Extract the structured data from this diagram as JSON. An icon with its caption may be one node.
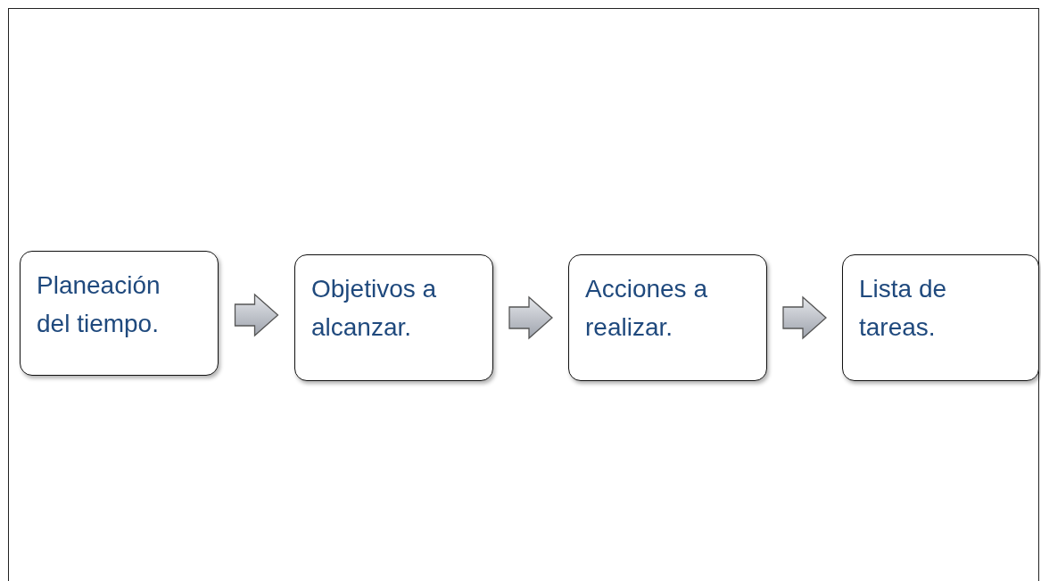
{
  "diagram": {
    "nodes": [
      {
        "text": [
          "Planeación del tiempo."
        ]
      },
      {
        "text": [
          "Objetivos a alcanzar."
        ]
      },
      {
        "text": [
          "Acciones a realizar."
        ]
      },
      {
        "text": [
          "Lista de tareas."
        ]
      }
    ],
    "edges": [
      {
        "from": 0,
        "to": 1,
        "arrow": "to"
      },
      {
        "from": 1,
        "to": 2,
        "arrow": "to"
      },
      {
        "from": 2,
        "to": 3,
        "arrow": "to"
      }
    ]
  }
}
